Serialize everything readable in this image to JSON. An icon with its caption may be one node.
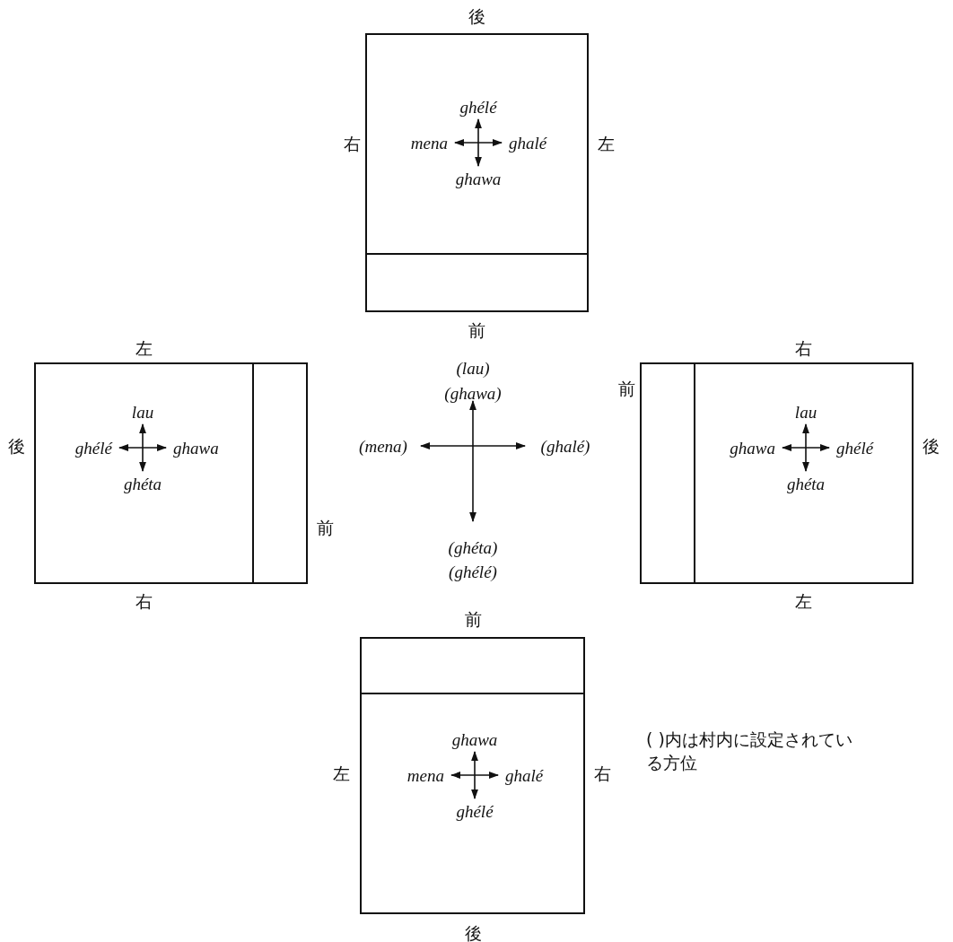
{
  "diagram": {
    "nodes": [
      {
        "text": [
          "ghélé",
          "mena",
          "ghalé",
          "ghawa"
        ],
        "beside": [
          "後",
          "右",
          "左",
          "前"
        ]
      },
      {
        "text": [],
        "shape": "box",
        "in": 0
      },
      {
        "text": [
          "lau",
          "ghélé",
          "ghawa",
          "ghéta"
        ],
        "beside": [
          "左",
          "後",
          "前",
          "右"
        ]
      },
      {
        "text": [],
        "shape": "box",
        "in": 2
      },
      {
        "text": [
          "lau",
          "ghawa",
          "ghélé",
          "ghéta"
        ],
        "beside": [
          "右",
          "前",
          "後",
          "左"
        ]
      },
      {
        "text": [],
        "shape": "box",
        "in": 4
      },
      {
        "text": [
          "ghawa",
          "mena",
          "ghalé",
          "ghélé"
        ],
        "beside": [
          "前",
          "左",
          "右",
          "後"
        ]
      },
      {
        "text": [],
        "shape": "box",
        "in": 6
      }
    ],
    "labels": [
      "(lau)",
      "(ghawa)",
      "(mena)",
      "(ghalé)",
      "(ghéta)",
      "(ghélé)",
      "( )内は村内に設定されている方位"
    ]
  }
}
